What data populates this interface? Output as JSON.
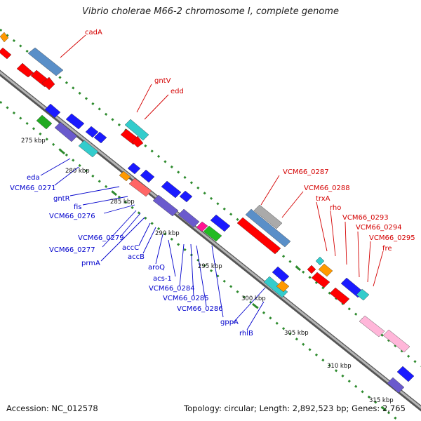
{
  "title": "Vibrio cholerae M66-2 chromosome I, complete genome",
  "footer": {
    "accession": "Accession: NC_012578",
    "summary": "Topology: circular; Length: 2,892,523 bp; Genes: 2,765"
  },
  "colors": {
    "label_top": "#d40000",
    "label_bottom": "#0000cc",
    "backbone": "#8a8a8a",
    "ruler_dots": "#2e8b2e"
  },
  "tick_labels": [
    "275 kbp",
    "280 kbp",
    "285 kbp",
    "290 kbp",
    "295 kbp",
    "300 kbp",
    "305 kbp",
    "310 kbp",
    "315 kbp"
  ],
  "gene_labels_top": [
    "cadA",
    "gntV",
    "edd",
    "VCM66_0287",
    "VCM66_0288",
    "trxA",
    "rho",
    "VCM66_0293",
    "VCM66_0294",
    "VCM66_0295",
    "fre"
  ],
  "gene_labels_bottom": [
    "eda",
    "VCM66_0271",
    "gntR",
    "fis",
    "VCM66_0276",
    "VCM66_0279",
    "VCM66_0277",
    "prmA",
    "accC",
    "accB",
    "aroQ",
    "acs-1",
    "VCM66_0284",
    "VCM66_0285",
    "VCM66_0286",
    "gppA",
    "rhlB"
  ]
}
